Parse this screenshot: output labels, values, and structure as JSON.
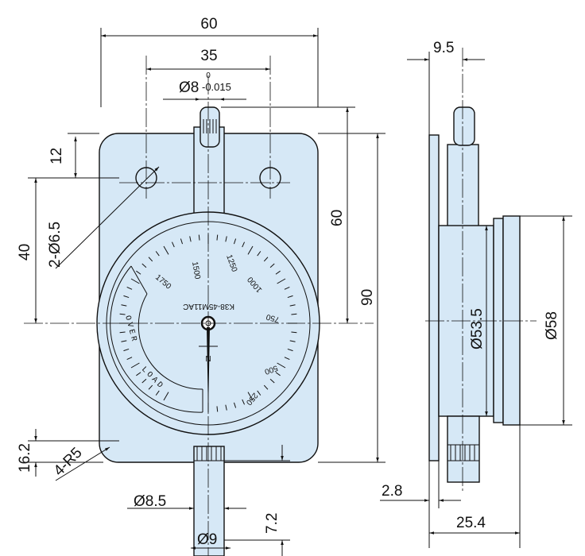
{
  "front_view": {
    "dims": {
      "width_60": "60",
      "hole_spacing_35": "35",
      "tol_upper": "0",
      "stem_dia": "Ø8",
      "tol_lower": "-0.015",
      "top_12": "12",
      "holes": "2-Ø6.5",
      "hole_to_center_40": "40",
      "tip_to_center_60": "60",
      "height_90": "90",
      "bottom_16_2": "16.2",
      "corner_radius": "4-R5",
      "stem_bottom_dia": "Ø8.5",
      "knurl_dia": "Ø9",
      "bottom_7_2": "7.2"
    },
    "dial": {
      "scale_labels": [
        "250",
        "500",
        "750",
        "1000",
        "1250",
        "1500",
        "1750"
      ],
      "model": "K38-45M11AC",
      "overload_word1": "OVER",
      "overload_word2": "LOAD"
    }
  },
  "side_view": {
    "dims": {
      "offset_9_5": "9.5",
      "body_dia": "Ø53.5",
      "bezel_dia": "Ø58",
      "plate_2_8": "2.8",
      "depth_25_4": "25.4"
    }
  }
}
